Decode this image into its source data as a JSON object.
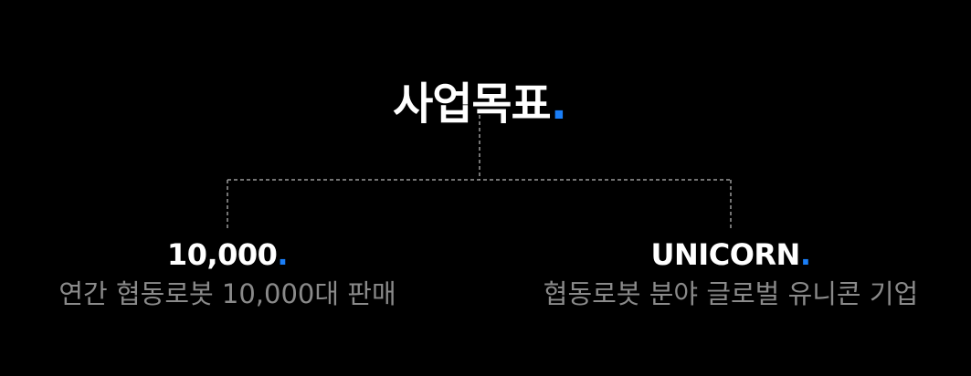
{
  "title": {
    "text": "사업목표",
    "dot": "."
  },
  "goals": [
    {
      "headline": "10,000",
      "dot": ".",
      "description": "연간 협동로봇 10,000대 판매"
    },
    {
      "headline": "UNICORN",
      "dot": ".",
      "description": "협동로봇 분야 글로벌 유니콘 기업"
    }
  ],
  "colors": {
    "background": "#000000",
    "accent": "#1a7ef7",
    "heading": "#ffffff",
    "description": "#8a8a8a",
    "connector": "#9a9a9a"
  }
}
